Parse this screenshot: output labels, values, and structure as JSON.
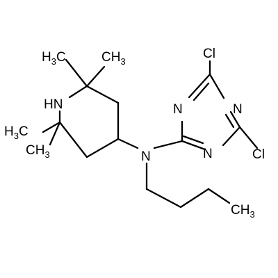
{
  "molecule": {
    "labels": {
      "cl_top": "Cl",
      "cl_right": "Cl",
      "n_ring_top": "N",
      "n_ring_right": "N",
      "n_ring_bottom": "N",
      "n_amine": "N",
      "nh_h": "H",
      "nh_n": "N",
      "ch3_a": {
        "base": "H",
        "sub": "3",
        "tail": "C"
      },
      "ch3_b": {
        "base": "CH",
        "sub": "3"
      },
      "ch3_c": {
        "base": "H",
        "sub": "3",
        "tail": "C"
      },
      "ch3_d": {
        "base": "CH",
        "sub": "3"
      },
      "ch3_e": {
        "base": "CH",
        "sub": "3"
      }
    },
    "colors": {
      "bond": "#000000",
      "text": "#000000",
      "background": "#ffffff"
    }
  }
}
